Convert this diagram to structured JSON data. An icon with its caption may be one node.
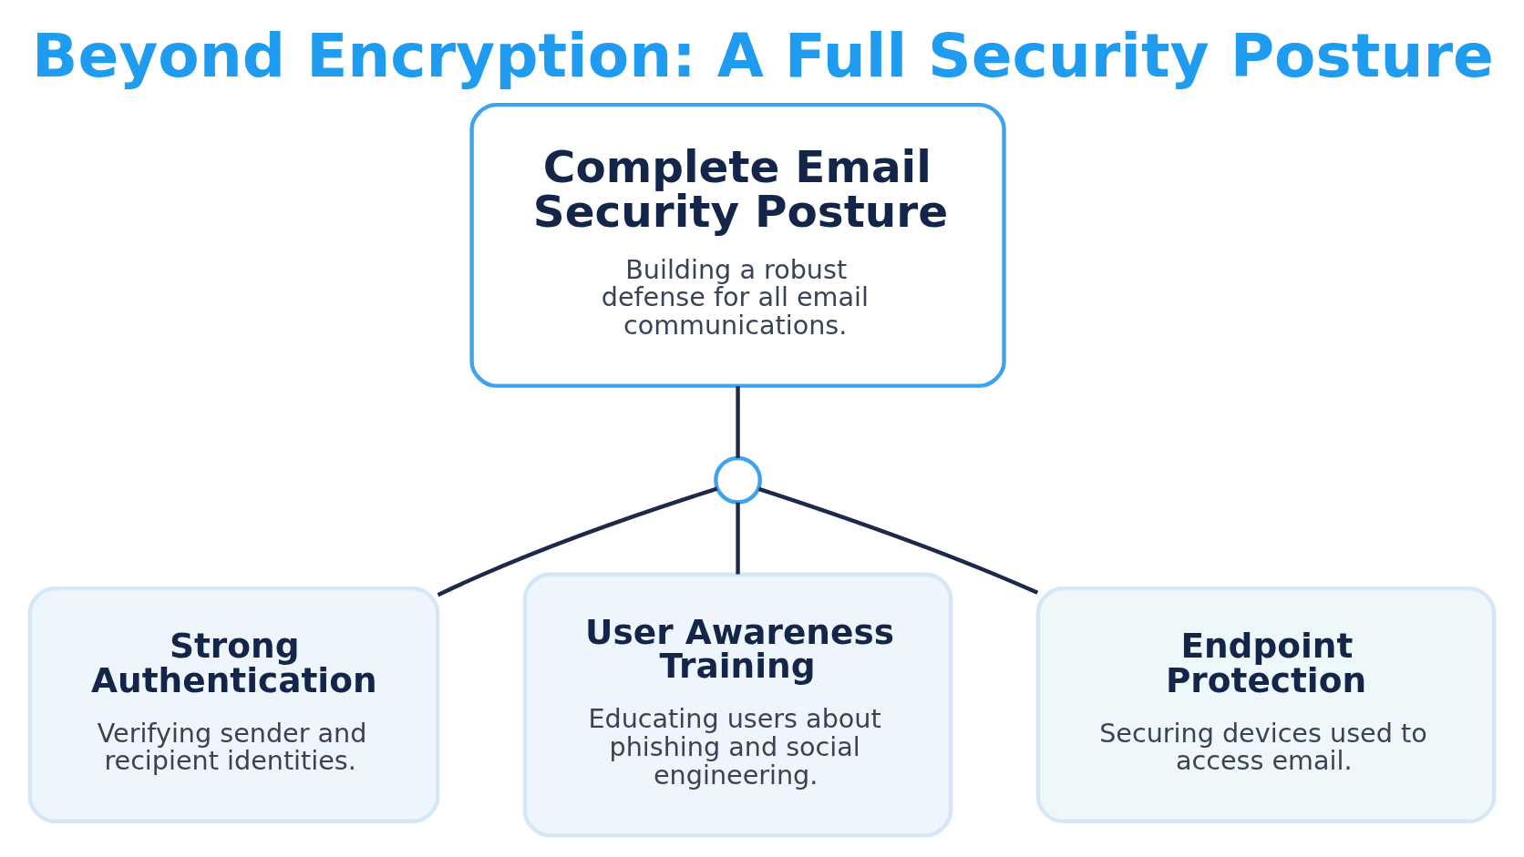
{
  "diagram": {
    "title": "Beyond Encryption: A Full Security Posture",
    "nodes": [
      {
        "text": [
          "Complete Email Security Posture",
          "Building a robust defense for all email communications."
        ]
      },
      {
        "text": [],
        "shape": "circle"
      },
      {
        "text": [
          "Strong Authentication",
          "Verifying sender and recipient identities."
        ]
      },
      {
        "text": [
          "User Awareness Training",
          "Educating users about phishing and social engineering."
        ]
      },
      {
        "text": [
          "Endpoint Protection",
          "Securing devices used to access email."
        ]
      }
    ],
    "edges": [
      {
        "from": 0,
        "to": 1,
        "arrow": "none"
      },
      {
        "from": 1,
        "to": 2,
        "arrow": "none"
      },
      {
        "from": 1,
        "to": 3,
        "arrow": "none"
      },
      {
        "from": 1,
        "to": 4,
        "arrow": "none"
      }
    ]
  }
}
